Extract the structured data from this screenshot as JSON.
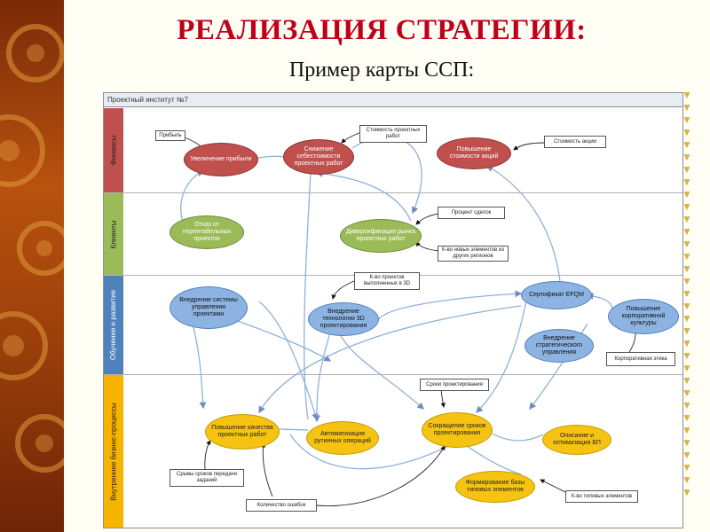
{
  "slide": {
    "title": "РЕАЛИЗАЦИЯ СТРАТЕГИИ:",
    "subtitle": "Пример карты ССП:"
  },
  "map": {
    "header": "Проектный институт №7",
    "lanes": [
      {
        "label": "Финансы",
        "color": "#c0504d"
      },
      {
        "label": "Клиенты",
        "color": "#9bbb59"
      },
      {
        "label": "Обучение и развитие",
        "color": "#4f81bd"
      },
      {
        "label": "Внутренние бизнес-процессы",
        "color": "#f6b400"
      }
    ],
    "nodes": {
      "profit": "Увеличение прибыли",
      "cost": "Снижение себестоимости проектных работ",
      "value": "Повышение стоимости акций",
      "refuse": "Отказ от нерентабельных проектов",
      "diversify": "Диверсификация рынка проектных работ",
      "pms": "Внедрение системы управления проектами",
      "tech3d": "Внедрение технологии 3D проектирования",
      "efqm": "Сертификат EFQM",
      "culture": "Повышение корпоративной культуры",
      "strategic": "Внедрение стратегического управления",
      "quality": "Повышение качества проектных работ",
      "automation": "Автоматизация рутинных операций",
      "terms": "Сокращение сроков проектирования",
      "bp": "Описание и оптимизация БП",
      "library": "Формирование базы типовых элементов"
    },
    "kpis": {
      "profit_kpi": "Прибыль",
      "cost_kpi": "Стоимость проектных работ",
      "value_kpi": "Стоимость акции",
      "deals_kpi": "Процент сделок",
      "newitems_kpi": "К-во новых элементов из других регионов",
      "projects3d_kpi": "К-во проектов выполненных в 3D",
      "ethics_kpi": "Корпоративная этика",
      "terms_kpi": "Сроки проектирования",
      "delays_kpi": "Срывы сроков передачи заданий",
      "errors_kpi": "Количество ошибок",
      "typical_kpi": "К-во типовых элементов"
    }
  }
}
